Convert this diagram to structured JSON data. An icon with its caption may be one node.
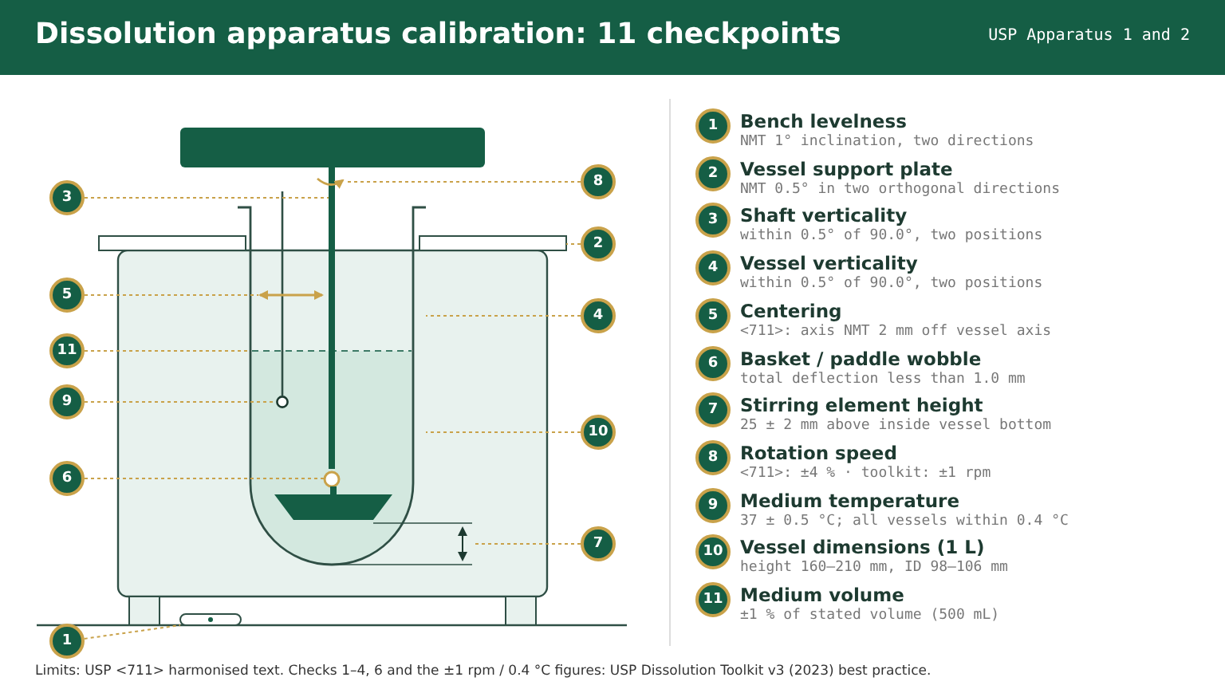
{
  "diagram": {
    "title": "Dissolution apparatus calibration: 11 checkpoints",
    "caption": "Limits: USP <711> harmonised text. Checks 1–4, 6 and the ±1 rpm / 0.4 °C figures: USP Dissolution Toolkit v3 (2023) best practice.",
    "nodes": [
      {
        "text": [
          "1"
        ]
      },
      {
        "text": [
          "2"
        ]
      },
      {
        "text": [
          "3"
        ]
      },
      {
        "text": [
          "4"
        ]
      },
      {
        "text": [
          "5"
        ]
      },
      {
        "text": [
          "6"
        ]
      },
      {
        "text": [
          "7"
        ]
      },
      {
        "text": [
          "8"
        ]
      },
      {
        "text": [
          "9"
        ]
      },
      {
        "text": [
          "10"
        ]
      },
      {
        "text": [
          "11"
        ]
      },
      {
        "text": [
          "1"
        ],
        "beside": [
          "Bench levelness",
          "NMT 1° inclination, two directions"
        ]
      },
      {
        "text": [
          "2"
        ],
        "beside": [
          "Vessel support plate",
          "NMT 0.5° in two orthogonal directions"
        ]
      },
      {
        "text": [
          "3"
        ],
        "beside": [
          "Shaft verticality",
          "within 0.5° of 90.0°, two positions"
        ]
      },
      {
        "text": [
          "4"
        ],
        "beside": [
          "Vessel verticality",
          "within 0.5° of 90.0°, two positions"
        ]
      },
      {
        "text": [
          "5"
        ],
        "beside": [
          "Centering",
          "<711>: axis NMT 2 mm off vessel axis"
        ]
      },
      {
        "text": [
          "6"
        ],
        "beside": [
          "Basket / paddle wobble",
          "total deflection less than 1.0 mm"
        ]
      },
      {
        "text": [
          "7"
        ],
        "beside": [
          "Stirring element height",
          "25 ± 2 mm above inside vessel bottom"
        ]
      },
      {
        "text": [
          "8"
        ],
        "beside": [
          "Rotation speed",
          "<711>: ±4 % · toolkit: ±1 rpm"
        ]
      },
      {
        "text": [
          "9"
        ],
        "beside": [
          "Medium temperature",
          "37 ± 0.5 °C; all vessels within 0.4 °C"
        ]
      },
      {
        "text": [
          "10"
        ],
        "beside": [
          "Vessel dimensions (1 L)",
          "height 160–210 mm, ID 98–106 mm"
        ]
      },
      {
        "text": [
          "11"
        ],
        "beside": [
          "Medium volume",
          "±1 % of stated volume (500 mL)"
        ]
      },
      {
        "text": [],
        "shape": "box"
      },
      {
        "text": [],
        "shape": "bar"
      },
      {
        "text": [],
        "shape": "arrow"
      },
      {
        "text": [],
        "shape": "probe"
      },
      {
        "text": [],
        "shape": "vessel"
      },
      {
        "text": [],
        "shape": "box"
      },
      {
        "text": [],
        "shape": "arrow"
      },
      {
        "text": [],
        "shape": "line",
        "in": 26
      },
      {
        "text": [],
        "shape": "circle",
        "in": 26
      },
      {
        "text": [],
        "shape": "paddle",
        "in": 26
      },
      {
        "text": [],
        "shape": "dimension"
      },
      {
        "text": [],
        "shape": "box"
      }
    ],
    "edges": [
      {
        "from": 0,
        "to": 33,
        "arrow": "none"
      },
      {
        "from": 1,
        "to": 27,
        "arrow": "none"
      },
      {
        "from": 2,
        "to": 23,
        "arrow": "none"
      },
      {
        "from": 3,
        "to": 26,
        "arrow": "none"
      },
      {
        "from": 4,
        "to": 28,
        "arrow": "none"
      },
      {
        "from": 5,
        "to": 30,
        "arrow": "none"
      },
      {
        "from": 6,
        "to": 32,
        "arrow": "none"
      },
      {
        "from": 7,
        "to": 24,
        "arrow": "none"
      },
      {
        "from": 8,
        "to": 25,
        "arrow": "none"
      },
      {
        "from": 9,
        "to": 26,
        "arrow": "none"
      },
      {
        "from": 10,
        "to": 29,
        "arrow": "none"
      }
    ],
    "labels": [
      "USP Apparatus 1 and 2"
    ]
  }
}
